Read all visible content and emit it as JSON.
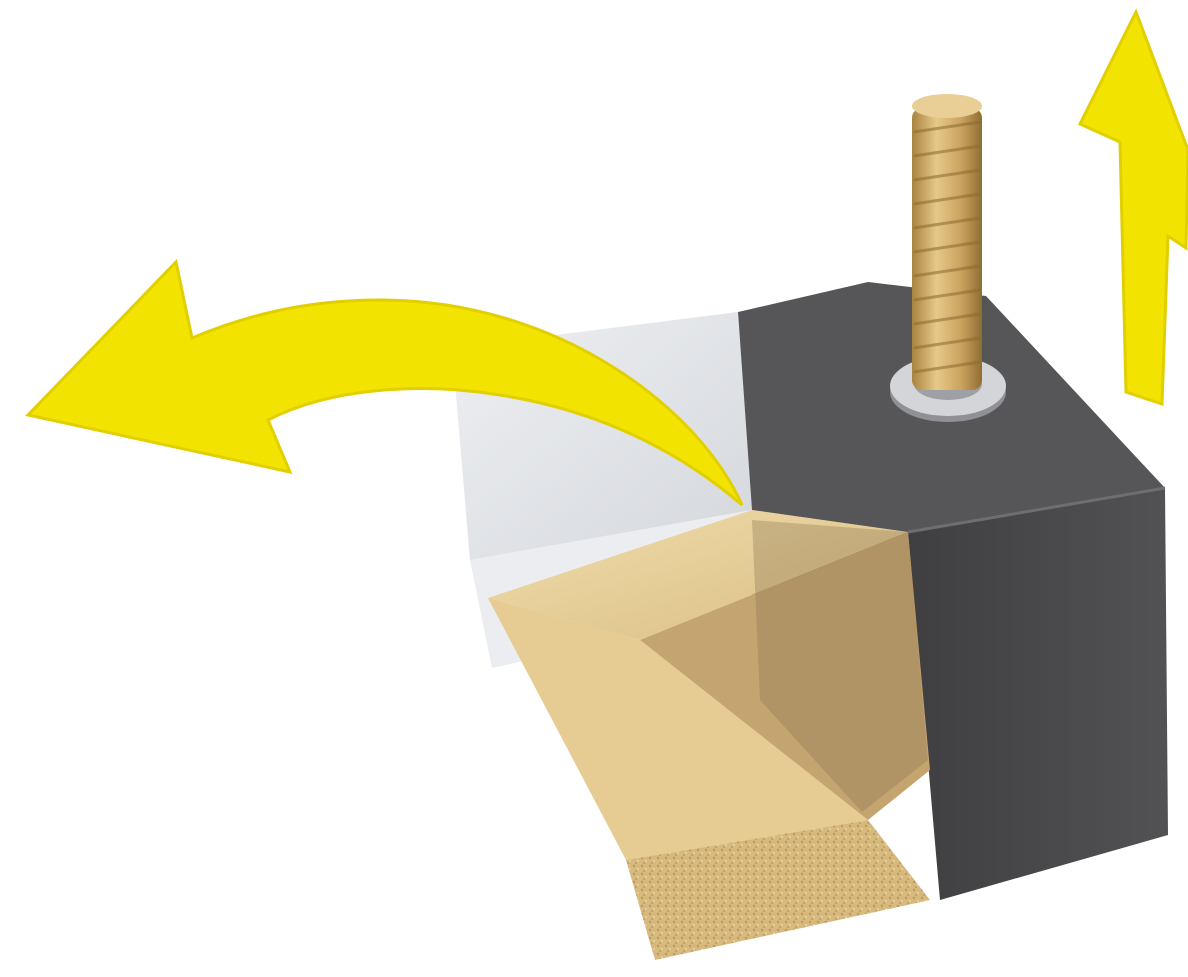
{
  "figure": {
    "colors": {
      "background": "#ffffff",
      "arrow": "#f2e500",
      "arrow_edge": "#e2cf00",
      "housing_dark": "#4b4b4d",
      "housing_top": "#5a5a5c",
      "housing_clear": "#dcdee2",
      "block_light": "#e9d39a",
      "block_mid": "#d2b57a",
      "block_shadow": "#a38c62",
      "rod": "#cfa862",
      "washer": "#c9cbcf"
    },
    "elements": [
      {
        "name": "curved-arrow-left",
        "icon": "curved-arrow-icon"
      },
      {
        "name": "arrow-up",
        "icon": "arrow-up-icon"
      },
      {
        "name": "threaded-rod",
        "icon": "threaded-rod-icon"
      },
      {
        "name": "washer",
        "icon": "washer-icon"
      },
      {
        "name": "dark-housing",
        "icon": "housing-icon"
      },
      {
        "name": "transparent-housing-half",
        "icon": "housing-cutaway-icon"
      },
      {
        "name": "wooden-block",
        "icon": "wood-block-icon"
      }
    ]
  }
}
